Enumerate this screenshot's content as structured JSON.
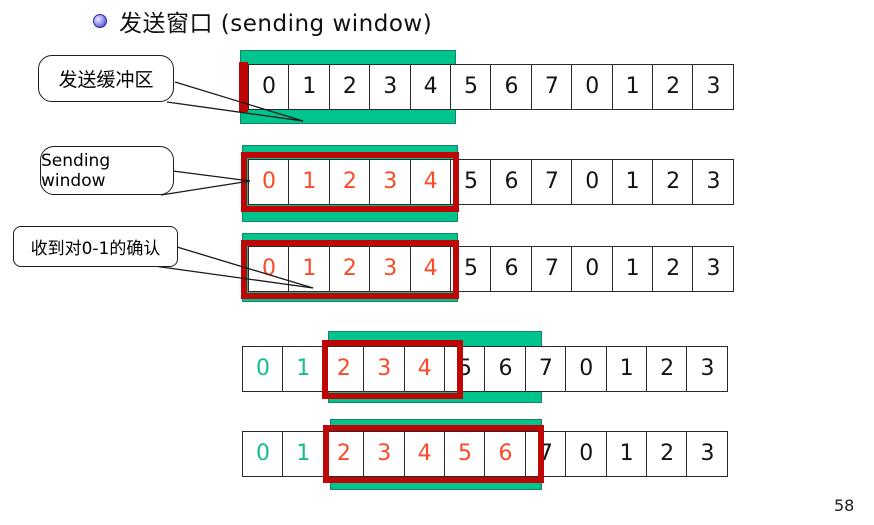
{
  "slide": {
    "title": "发送窗口 (sending window)",
    "page_number": "58"
  },
  "colors": {
    "buffer_green": "#00C48E",
    "window_red": "#BE0606",
    "digit_red": "#FB4A28",
    "digit_green": "#17BD92",
    "digit_black": "#141414"
  },
  "callouts": {
    "send_buffer": "发送缓冲区",
    "sending_window": "Sending window",
    "ack_received": "收到对0-1的确认"
  },
  "rows": [
    {
      "values": [
        "0",
        "1",
        "2",
        "3",
        "4",
        "5",
        "6",
        "7",
        "0",
        "1",
        "2",
        "3"
      ],
      "colors": [
        "black",
        "black",
        "black",
        "black",
        "black",
        "black",
        "black",
        "black",
        "black",
        "black",
        "black",
        "black"
      ]
    },
    {
      "values": [
        "0",
        "1",
        "2",
        "3",
        "4",
        "5",
        "6",
        "7",
        "0",
        "1",
        "2",
        "3"
      ],
      "colors": [
        "red",
        "red",
        "red",
        "red",
        "red",
        "black",
        "black",
        "black",
        "black",
        "black",
        "black",
        "black"
      ]
    },
    {
      "values": [
        "0",
        "1",
        "2",
        "3",
        "4",
        "5",
        "6",
        "7",
        "0",
        "1",
        "2",
        "3"
      ],
      "colors": [
        "red",
        "red",
        "red",
        "red",
        "red",
        "black",
        "black",
        "black",
        "black",
        "black",
        "black",
        "black"
      ]
    },
    {
      "values": [
        "0",
        "1",
        "2",
        "3",
        "4",
        "5",
        "6",
        "7",
        "0",
        "1",
        "2",
        "3"
      ],
      "colors": [
        "green",
        "green",
        "red",
        "red",
        "red",
        "black",
        "black",
        "black",
        "black",
        "black",
        "black",
        "black"
      ]
    },
    {
      "values": [
        "0",
        "1",
        "2",
        "3",
        "4",
        "5",
        "6",
        "7",
        "0",
        "1",
        "2",
        "3"
      ],
      "colors": [
        "green",
        "green",
        "red",
        "red",
        "red",
        "red",
        "red",
        "black",
        "black",
        "black",
        "black",
        "black"
      ]
    }
  ]
}
